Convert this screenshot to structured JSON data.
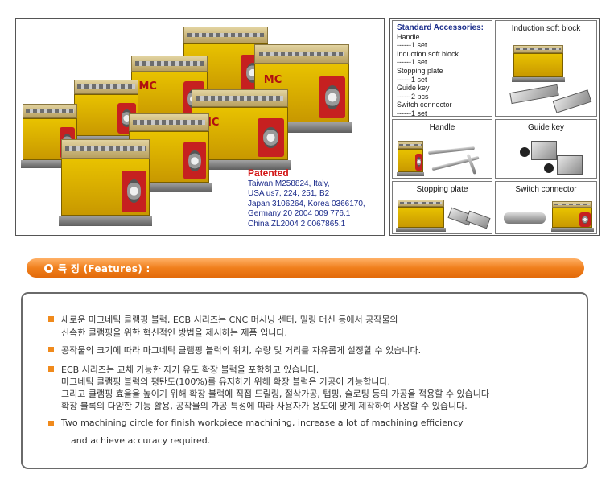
{
  "patent": {
    "title": "Patented",
    "lines": [
      "Taiwan M258824, Italy,",
      "USA us7, 224, 251, B2",
      "Japan 3106264, Korea 0366170,",
      "Germany 20 2004 009 776.1",
      "China ZL2004 2 0067865.1"
    ]
  },
  "product_label": "MC",
  "accessories": {
    "heading": "Standard Accessories:",
    "items": [
      {
        "name": "Handle",
        "qty": "------1 set"
      },
      {
        "name": "Induction soft block",
        "qty": "------1 set"
      },
      {
        "name": "Stopping plate",
        "qty": "------1 set"
      },
      {
        "name": "Guide key",
        "qty": "------2 pcs"
      },
      {
        "name": "Switch connector",
        "qty": "------1 set"
      }
    ],
    "captions": {
      "induction": "Induction soft block",
      "handle": "Handle",
      "guide": "Guide key",
      "stopping": "Stopping plate",
      "switch": "Switch connector"
    }
  },
  "features": {
    "title": "특 징 (Features) :",
    "lines": [
      "새로운 마그네틱 클램핑 블럭, ECB 시리즈는 CNC 머시닝 센터, 밀링 머신 등에서 공작물의",
      "신속한 클램핑을 위한 혁신적인 방법을 제시하는 제품 입니다.",
      "공작물의 크기에 따라 마그네틱 클램핑 블럭의 위치, 수량 및 거리를 자유롭게 설정할 수 있습니다.",
      "ECB 시리즈는 교체 가능한 자기 유도 확장 블럭을 포함하고 있습니다.",
      "마그네틱 클램핑 블럭의 평탄도(100%)를 유지하기 위해 확장 블럭은 가공이 가능합니다.",
      "그리고 클램핑 효율을 높이기 위해 확장 블럭에 직접 드릴링, 절삭가공, 탭핑, 슬로팅 등의 가공을 적용할 수 있습니다",
      "확장 블록의 다양한 기능 활용, 공작물의 가공 특성에 따라 사용자가 용도에 맞게 제작하여 사용할 수 있습니다.",
      "Two machining circle for finish workpiece machining, increase a lot of machining efficiency",
      "and achieve accuracy required."
    ]
  },
  "colors": {
    "accent_orange": "#f07f1c",
    "patent_red": "#d21414",
    "patent_blue": "#1a2a8a"
  }
}
